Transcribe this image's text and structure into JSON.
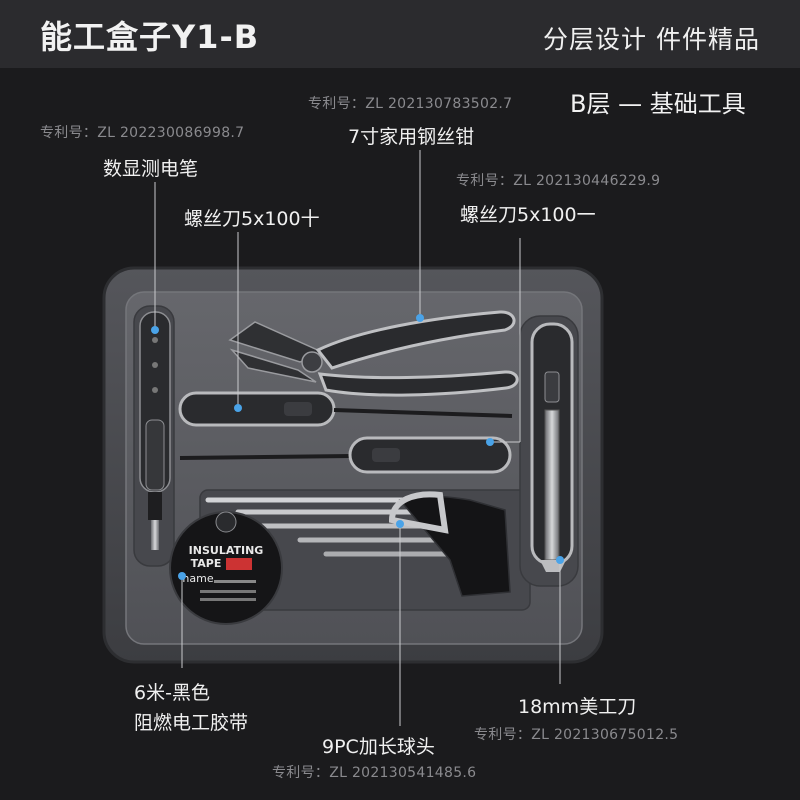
{
  "header": {
    "title": "能工盒子Y1-B",
    "slogan": "分层设计  件件精品"
  },
  "layer_title": "B层 — 基础工具",
  "tools": {
    "tester": {
      "label": "数显测电笔",
      "patent": "专利号：ZL 202230086998.7"
    },
    "pliers": {
      "label": "7寸家用钢丝钳",
      "patent": "专利号：ZL 202130783502.7"
    },
    "screwdriver_cross": {
      "label": "螺丝刀5x100十"
    },
    "screwdriver_flat": {
      "label": "螺丝刀5x100一",
      "patent": "专利号：ZL 202130446229.9"
    },
    "tape": {
      "label_line1": "6米-黑色",
      "label_line2": "阻燃电工胶带",
      "print_line1": "INSULATING",
      "print_line2": "TAPE",
      "brand": "hame"
    },
    "knife": {
      "label": "18mm美工刀",
      "patent": "专利号：ZL 202130675012.5"
    },
    "hex_keys": {
      "label": "9PC加长球头",
      "patent": "专利号：ZL 202130541485.6"
    }
  },
  "colors": {
    "background": "#1b1b1d",
    "header": "#2b2b2e",
    "case": "#48494d",
    "tray": "#5a5b60",
    "handle": "#2a2b2e",
    "marker": "#4aa3e8"
  }
}
